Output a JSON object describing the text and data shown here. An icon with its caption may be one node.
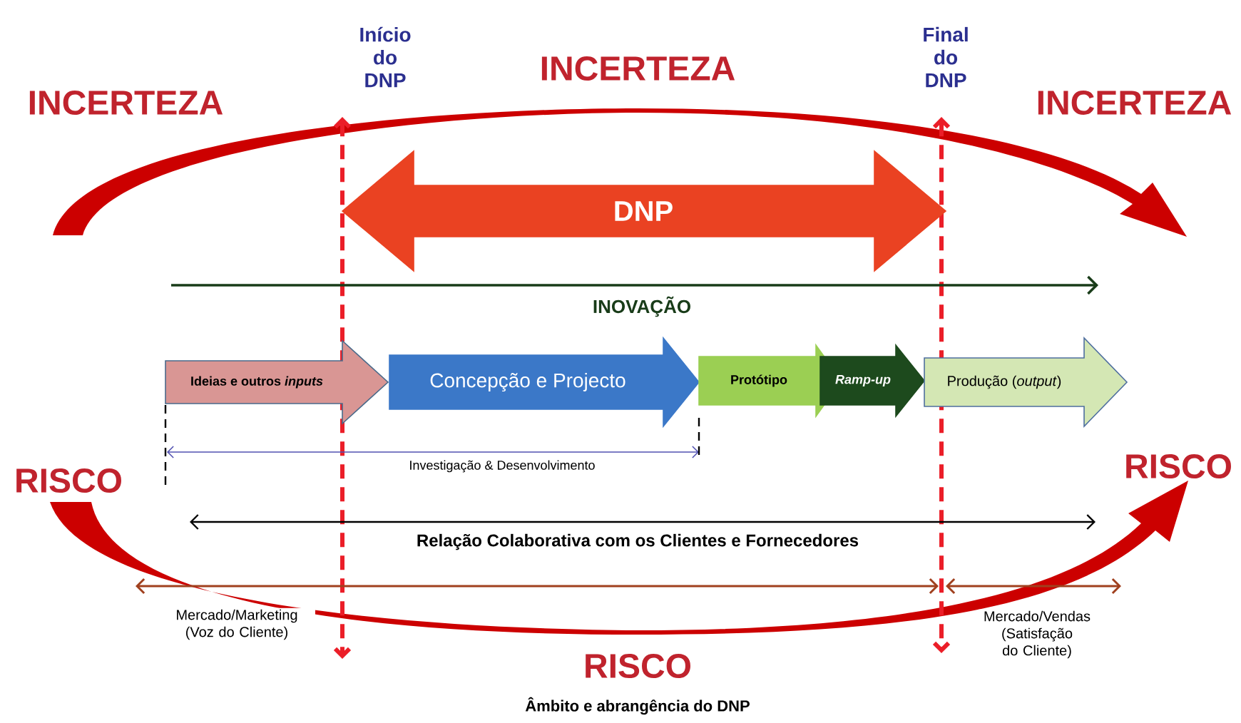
{
  "diagram": {
    "caption": "Âmbito e abrangência do DNP",
    "nodes": [
      {
        "text": [
          "DNP"
        ]
      },
      {
        "text": [
          "Ideias e outros *inputs*"
        ]
      },
      {
        "text": [
          "Concepção e Projecto"
        ]
      },
      {
        "text": [
          "Protótipo"
        ]
      },
      {
        "text": [
          "Ramp-up"
        ]
      },
      {
        "text": [
          "Produção (*output*)"
        ]
      }
    ],
    "labels": [
      "Início do DNP",
      "Final do DNP",
      "INCERTEZA",
      "INCERTEZA",
      "INCERTEZA",
      "INOVAÇÃO",
      "Investigação & Desenvolvimento",
      "RISCO",
      "RISCO",
      "Relação Colaborativa com os Clientes e Fornecedores",
      "Mercado/Marketing (Voz do Cliente)",
      "Mercado/Vendas (Satisfação do Cliente)",
      "RISCO"
    ]
  }
}
